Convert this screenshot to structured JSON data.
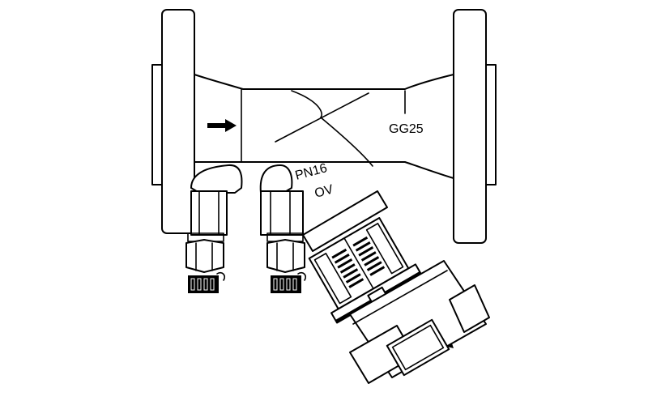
{
  "diagram": {
    "labels": {
      "material": "GG25",
      "pressure": "PN16",
      "type": "OV"
    },
    "colors": {
      "line": "#000000",
      "background": "#ffffff"
    }
  }
}
